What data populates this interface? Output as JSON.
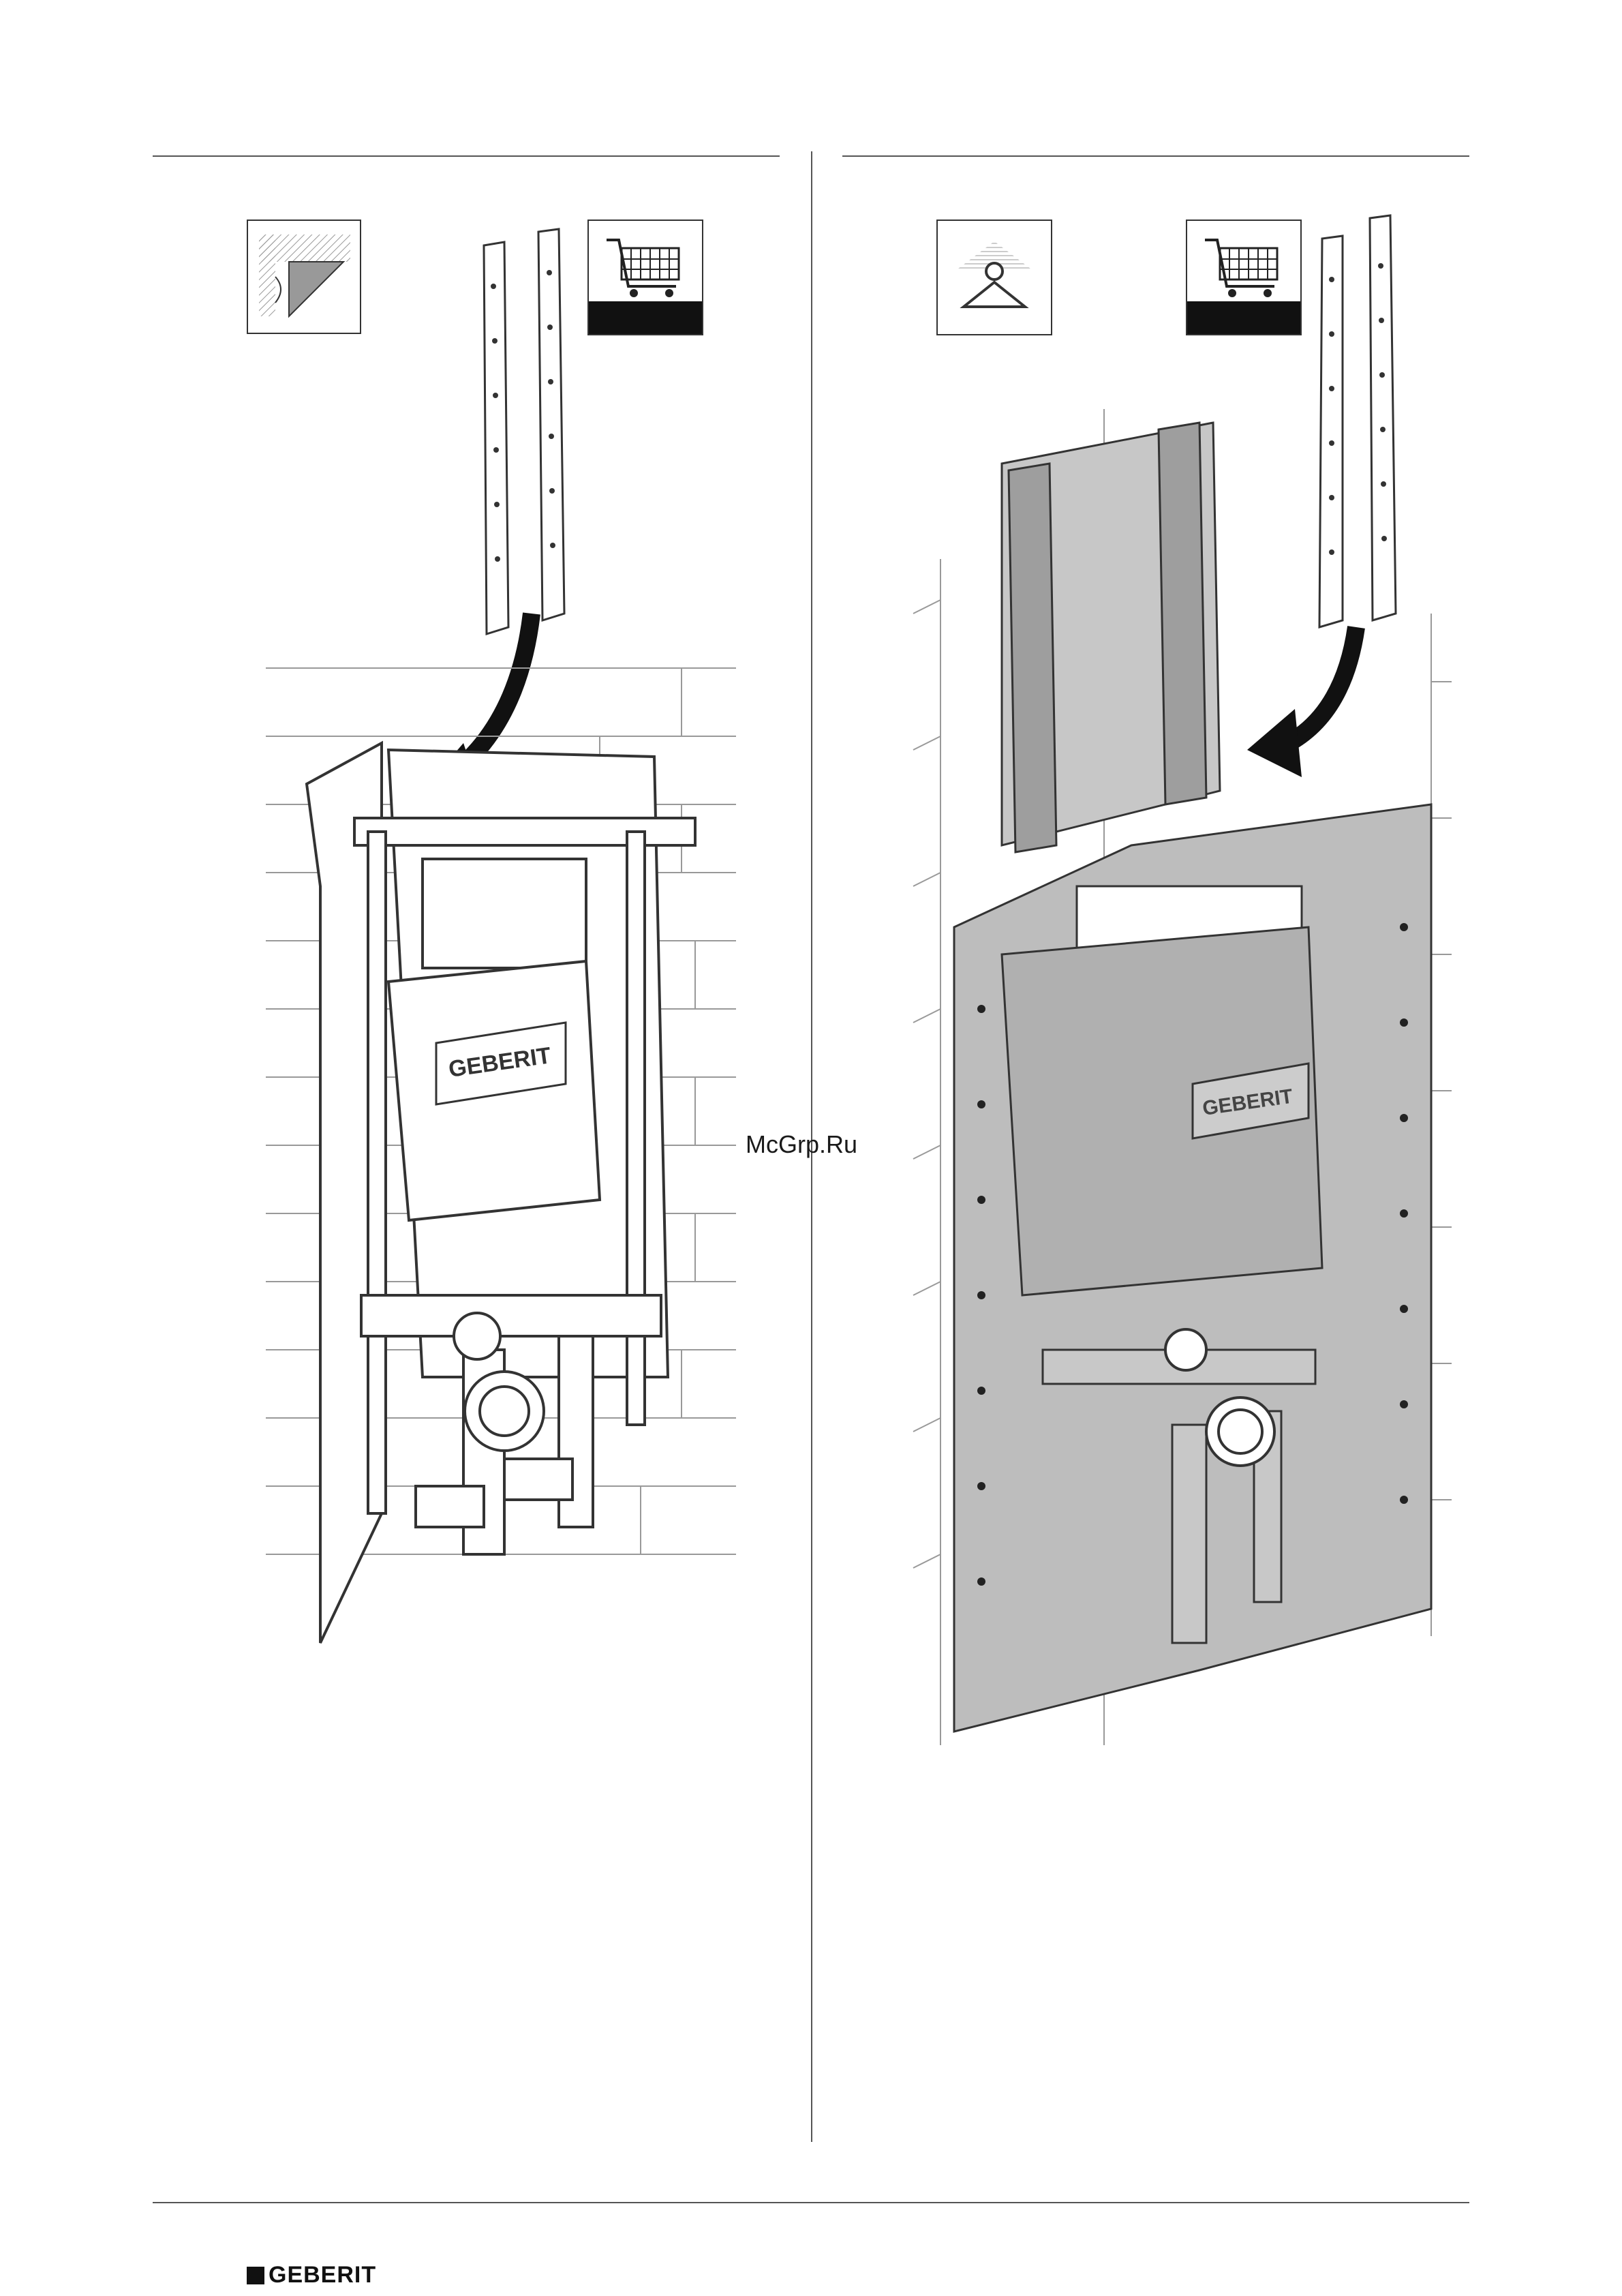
{
  "watermark": "McGrp.Ru",
  "illustrations": {
    "left": {
      "logo_panel": "GEBERIT",
      "icons": [
        "corner-installation-icon",
        "shopping-cart-icon"
      ]
    },
    "right": {
      "logo_panel": "GEBERIT",
      "icons": [
        "pressure-load-icon",
        "shopping-cart-icon"
      ]
    }
  },
  "footer": {
    "brand": "GEBERIT"
  },
  "colors": {
    "line": "#333333",
    "panel_fill": "#bdbdbd",
    "accent_dark": "#111111"
  }
}
